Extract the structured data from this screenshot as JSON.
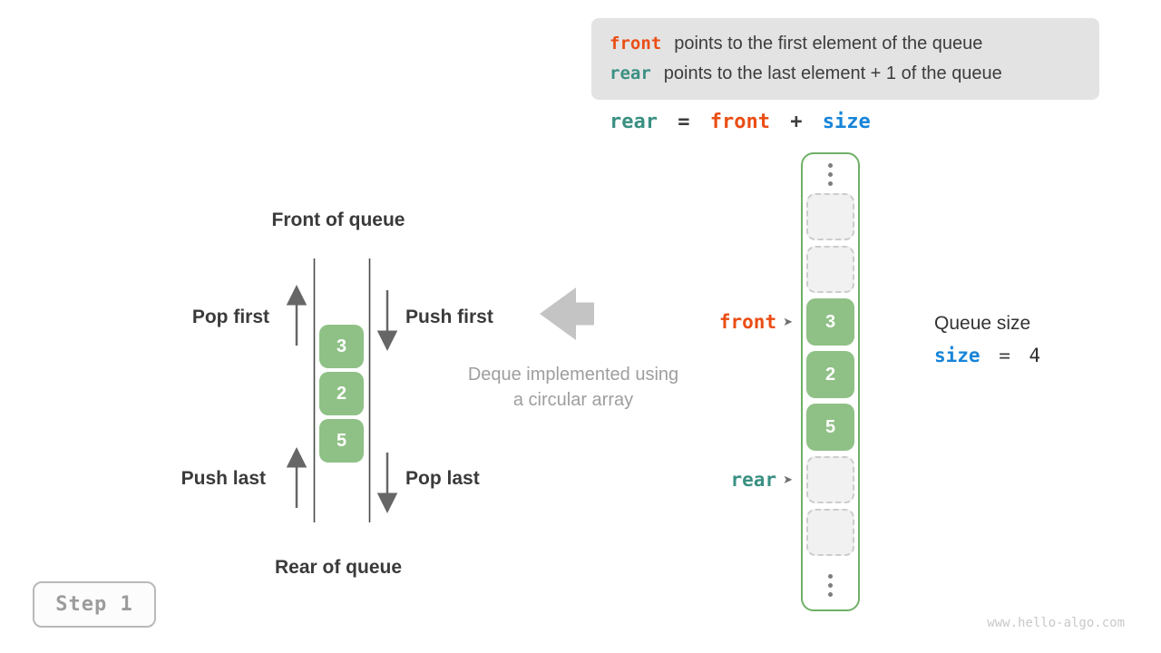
{
  "info_box": {
    "rows": [
      {
        "keyword": "front",
        "text": "points to the first element of the queue"
      },
      {
        "keyword": "rear",
        "text": "points to the last element + 1 of the queue"
      }
    ]
  },
  "formula": {
    "lhs": "rear",
    "eq": "=",
    "op1": "front",
    "plus": "+",
    "op2": "size"
  },
  "left_diagram": {
    "title_top": "Front of queue",
    "title_bottom": "Rear of queue",
    "label_pop_first": "Pop first",
    "label_push_first": "Push first",
    "label_push_last": "Push last",
    "label_pop_last": "Pop last",
    "cells": [
      "3",
      "2",
      "5"
    ]
  },
  "center_caption": {
    "line1": "Deque implemented using",
    "line2": "a circular array"
  },
  "array_panel": {
    "pointer_front": "front",
    "pointer_rear": "rear",
    "pointer_glyph": "➤",
    "filled_cells": [
      "3",
      "2",
      "5"
    ]
  },
  "size_panel": {
    "title": "Queue size",
    "variable": "size",
    "equals": "=",
    "value": "4"
  },
  "step_badge": "Step 1",
  "watermark": "www.hello-algo.com",
  "colors": {
    "front_accent": "#EA4E15",
    "rear_accent": "#3A9082",
    "size_accent": "#1684D9",
    "cell_green": "#8FC186",
    "container_border_green": "#6FB167",
    "info_box_bg": "#e3e3e4"
  }
}
